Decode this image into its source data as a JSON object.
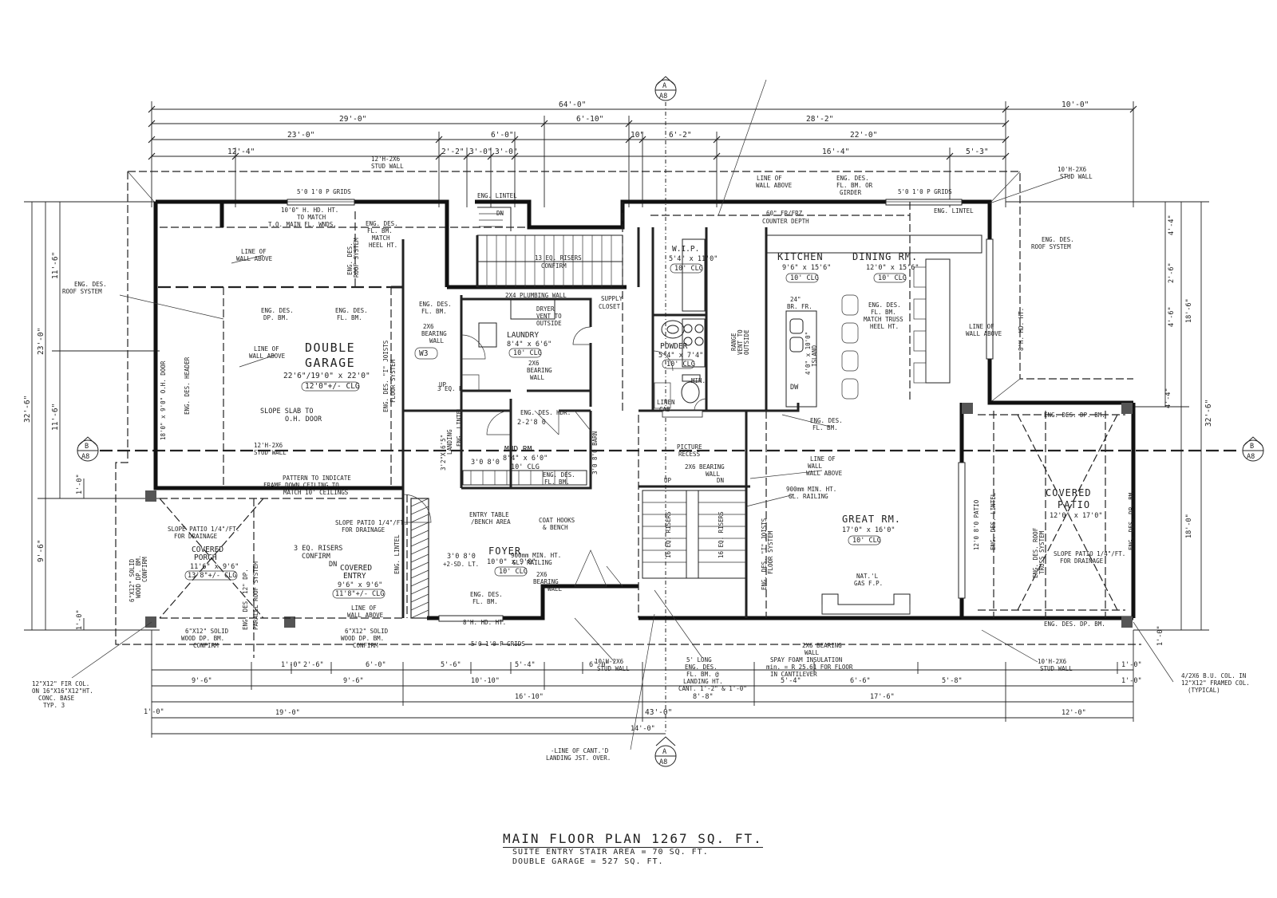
{
  "drawing": {
    "title": "MAIN FLOOR PLAN  1267 SQ. FT.",
    "notes": [
      "SUITE ENTRY STAIR AREA = 70 SQ. FT.",
      "DOUBLE GARAGE = 527 SQ. FT."
    ]
  },
  "section_markers": {
    "top": [
      "A",
      "A8"
    ],
    "bottom": [
      "A",
      "A8"
    ],
    "left": [
      "B",
      "A8"
    ],
    "right": [
      "B",
      "A8"
    ]
  },
  "dims_top": {
    "overall": "64'-0\"",
    "right_overall": "10'-0\"",
    "row2": [
      "29'-0\"",
      "6'-10\"",
      "28'-2\""
    ],
    "row3": [
      "23'-0\"",
      "6'-0\"",
      "10\"",
      "6'-2\"",
      "22'-0\""
    ],
    "row4": [
      "12'-4\"",
      "2'-2\"",
      "3'-0\"",
      "3'-0\"",
      "16'-4\"",
      "5'-3\""
    ]
  },
  "dims_bottom": {
    "row1": [
      "1'-0\"",
      "2'-6\"",
      "6'-0\"",
      "5'-6\"",
      "5'-4\"",
      "6'-0\"",
      "5'-4\"",
      "6'-6\"",
      "5'-8\"",
      "1'-0\"",
      "1'-0\""
    ],
    "row2": [
      "9'-6\"",
      "9'-6\"",
      "10'-10\"",
      "8'-8\""
    ],
    "row3": [
      "1'-0\"",
      "16'-10\"",
      "17'-6\""
    ],
    "row4": [
      "19'-0\"",
      "43'-0\"",
      "12'-0\""
    ],
    "row5": [
      "14'-0\""
    ]
  },
  "dims_left": [
    "11'-6\"",
    "23'-0\"",
    "11'-6\"",
    "32'-6\"",
    "9'-6\"",
    "1'-0\"",
    "1'-0\""
  ],
  "dims_right": [
    "4'-4\"",
    "2'-6\"",
    "4'-6\"",
    "18'-6\"",
    "32'-6\"",
    "18'-0\"",
    "1'-0\"",
    "4'-4\""
  ],
  "rooms": {
    "garage": {
      "name": [
        "DOUBLE",
        "GARAGE"
      ],
      "size": "22'6\"/19'0\" x 22'0\"",
      "clg": "12'0\"+/- CLG"
    },
    "kitchen": {
      "name": "KITCHEN",
      "size": "9'6\" x 15'6\"",
      "clg": "10' CLG"
    },
    "dining": {
      "name": "DINING RM.",
      "size": "12'0\" x 15'6\"",
      "clg": "10' CLG"
    },
    "wip": {
      "name": "W.I.P.",
      "size": "5'4\" x 11'0\"",
      "clg": "10' CLG"
    },
    "laundry": {
      "name": "LAUNDRY",
      "size": "8'4\" x 6'6\"",
      "clg": "10' CLG"
    },
    "powder": {
      "name": "POWDER",
      "size": "5'4\" x 7'4\"",
      "clg": "10' CLG"
    },
    "mud": {
      "name": "MUD RM.",
      "size": "8'4\" x 6'0\"",
      "clg": "10' CLG"
    },
    "foyer": {
      "name": "FOYER",
      "size": "10'0\" x 9'0\"",
      "clg": "10' CLG"
    },
    "great": {
      "name": "GREAT RM.",
      "size": "17'0\" x 16'0\"",
      "clg": "10' CLG"
    },
    "covered_patio": {
      "name": [
        "COVERED",
        "PATIO"
      ],
      "size": "12'0\" x 17'0\""
    },
    "covered_porch": {
      "name": [
        "COVERED",
        "PORCH"
      ],
      "size": "11'6\" x 9'6\"",
      "clg": "13'8\"+/- CLG"
    },
    "covered_entry": {
      "name": [
        "COVERED",
        "ENTRY"
      ],
      "size": "9'6\" x 9'6\"",
      "clg": "11'8\"+/- CLG"
    }
  },
  "notes": {
    "n01": "5'0 1'0 P GRIDS",
    "n02": "10'0\" H. HD. HT.",
    "n03": "TO MATCH",
    "n04": "T.O. MAIN FL. WNDS.",
    "n05": "12'H-2X6",
    "n06": "STUD WALL",
    "n07": "LINE OF",
    "n08": "WALL ABOVE",
    "n09": "ENG. DES.",
    "n10": "ROOF SYSTEM",
    "n11": "FL. BM.",
    "n12": "MATCH",
    "n13": "HEEL HT.",
    "n14": "DP. BM.",
    "n15": "ENG. DES. HEADER",
    "n16": "18'0\" x 9'0\" O.H. DOOR",
    "n17": "SLOPE SLAB TO",
    "n18": "O.H. DOOR",
    "n19": "PATTERN TO INDICATE",
    "n20": "FRAME DOWN CEILING TO",
    "n21": "MATCH 10' CEILINGS",
    "n22": "ENG. DES. \"I\" JOISTS",
    "n23": "FLOOR SYSTEM",
    "n24": "2X6",
    "n25": "BEARING",
    "n26": "WALL",
    "n27": "2X4 PLUMBING WALL",
    "n28": "DRYER",
    "n29": "VENT TO",
    "n30": "OUTSIDE",
    "n31": "SUPPLY",
    "n32": "CLOSET",
    "n33": "13 EQ. RISERS",
    "n34": "CONFIRM",
    "n35": "ENG. LINTEL",
    "n36": "DN",
    "n37": "UP",
    "n38": "LINEN",
    "n39": "CAB",
    "n40": "MIN.",
    "n41": "RANGE",
    "n42": "VENT TO",
    "n43": "OUTSIDE",
    "n44": "60\" FR/FRZ",
    "n45": "COUNTER DEPTH",
    "n46": "ENG. DES.",
    "n47": "FL. BM. OR",
    "n48": "GIRDER",
    "n49": "24\"",
    "n50": "BR. FR.",
    "n51": "DW",
    "n52": "4'0\" x 10'0\"",
    "n53": "ISLAND",
    "n54": "MATCH TRUSS",
    "n55": "HEEL HT.",
    "n56": "8'H. HD. HT.",
    "n57": "10'H-2X6",
    "n58": "STUD WALL",
    "n59": "ENG. LINTEL",
    "n60": "ENG. DES. DP. BM.",
    "n61": "PICTURE",
    "n62": "RECESS",
    "n63": "2X6 BEARING",
    "n64": "WALL",
    "n65": "900mm MIN. HT.",
    "n66": "GL. RAILING",
    "n67": "16 EQ. RISERS",
    "n68": "ENG. DES. \"I\" JOISTS",
    "n69": "FLOOR SYSTEM",
    "n70": "NAT.'L",
    "n71": "GAS F.P.",
    "n72": "12'0 8'0 PATIO",
    "n73": "ENG. DES. LINTEL",
    "n74": "ENG. DES. ROOF",
    "n75": "TRUSS SYSTEM",
    "n76": "SLOPE PATIO 1/4\"/FT.",
    "n77": "FOR DRAINAGE",
    "n78": "6\"X12\" SOLID",
    "n79": "WOOD DP. BM.",
    "n80": "CONFIRM",
    "n81": "ENG. DES. 12\" DP.",
    "n82": "PARALEL ROOF SYSTEM",
    "n83": "3 EQ. RISERS",
    "n84": "ENTRY TABLE",
    "n85": "/BENCH AREA",
    "n86": "COAT HOOKS",
    "n87": "& BENCH",
    "n88": "3'0 8'0",
    "n89": "+2-SD. LT.",
    "n90": "8'H. HD. HT.",
    "n91": "5'0 1'0 P GRIDS",
    "n92": "12\"X12\" FIR COL.",
    "n93": "ON 16\"X16\"X12\"HT.",
    "n94": "CONC. BASE",
    "n95": "TYP. 3",
    "n96": "-LINE OF CANT.'D",
    "n97": "LANDING JST. OVER.",
    "n98": "5' LONG",
    "n99": "ENG. DES.",
    "n100": "FL. BM. @",
    "n101": "LANDING HT.",
    "n102": "CANT. 1'-2\" & 1'-0\"",
    "n103": "SPAY FOAM INSULATION",
    "n104": "min. = R 25.61 FOR FLOOR",
    "n105": "IN CANTILEVER",
    "n106": "4/2X6 B.U. COL. IN",
    "n107": "12\"X12\" FRAMED COL.",
    "n108": "(TYPICAL)",
    "n109": "W3",
    "n110": "3'2\"X 6'5\"",
    "n111": "LANDING",
    "n112": "2-2'8 0",
    "n113": "3'0 8'0 BARN",
    "n114": "ENG. DES. HDR.",
    "n115": "3 EQ. R",
    "n116": "3'0 8'0"
  }
}
